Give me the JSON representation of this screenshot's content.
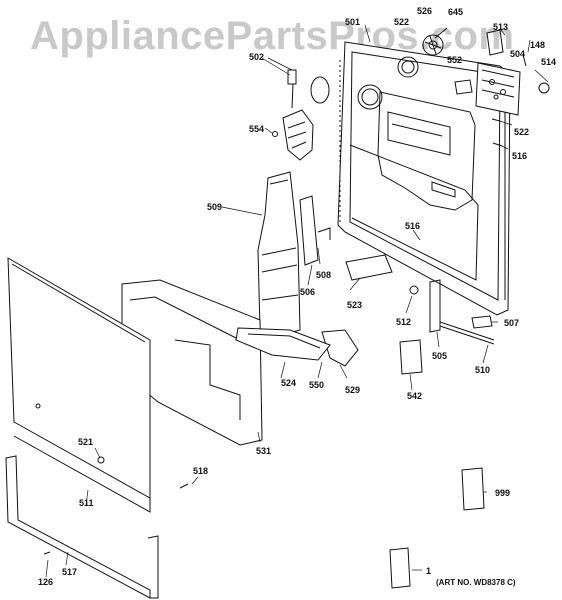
{
  "watermark": "AppliancePartsPros.com",
  "art_number": "(ART NO. WD8378 C)",
  "callouts": {
    "c501": "501",
    "c502": "502",
    "c522a": "522",
    "c526": "526",
    "c645": "645",
    "c513": "513",
    "c504": "504",
    "c148": "148",
    "c514": "514",
    "c552": "552",
    "c522b": "522",
    "c516a": "516",
    "c554": "554",
    "c509": "509",
    "c516b": "516",
    "c508": "508",
    "c506": "506",
    "c523": "523",
    "c512": "512",
    "c507": "507",
    "c505": "505",
    "c510": "510",
    "c529": "529",
    "c542": "542",
    "c524": "524",
    "c550": "550",
    "c531": "531",
    "c521": "521",
    "c511": "511",
    "c518": "518",
    "c999": "999",
    "c126": "126",
    "c517": "517",
    "c1": "1"
  }
}
